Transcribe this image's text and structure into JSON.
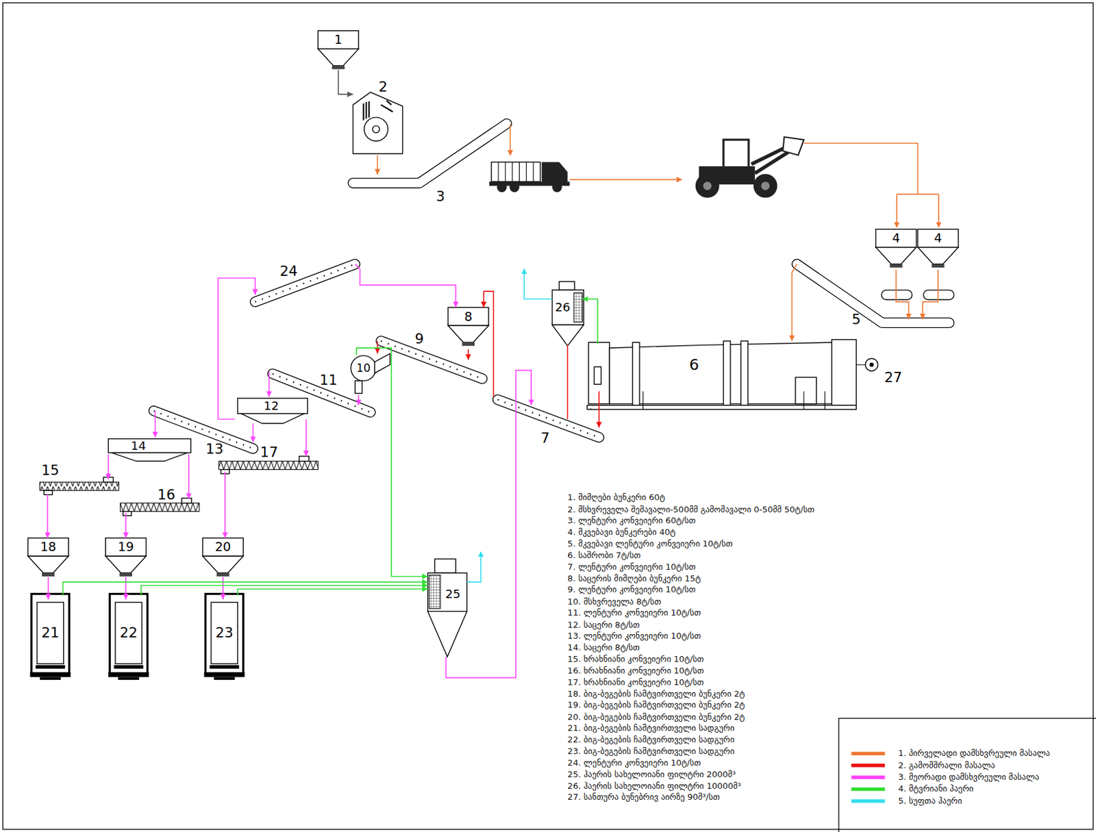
{
  "diagram": {
    "nodes": [
      {
        "text": [
          "1"
        ]
      },
      {
        "text": [
          "2"
        ]
      },
      {
        "text": [
          "3"
        ]
      },
      {
        "text": [
          "4"
        ]
      },
      {
        "text": [
          "4"
        ]
      },
      {
        "text": [
          "5"
        ]
      },
      {
        "text": [
          "6"
        ]
      },
      {
        "text": [
          "27"
        ]
      },
      {
        "text": [
          "26"
        ]
      },
      {
        "text": [
          "7"
        ]
      },
      {
        "text": [
          "8"
        ]
      },
      {
        "text": [
          "9"
        ]
      },
      {
        "text": [
          "10"
        ]
      },
      {
        "text": [
          "11"
        ]
      },
      {
        "text": [
          "12"
        ]
      },
      {
        "text": [
          "13"
        ]
      },
      {
        "text": [
          "14"
        ]
      },
      {
        "text": [
          "15"
        ]
      },
      {
        "text": [
          "16"
        ]
      },
      {
        "text": [
          "17"
        ]
      },
      {
        "text": [
          "18"
        ]
      },
      {
        "text": [
          "19"
        ]
      },
      {
        "text": [
          "20"
        ]
      },
      {
        "text": [
          "21"
        ]
      },
      {
        "text": [
          "22"
        ]
      },
      {
        "text": [
          "23"
        ]
      },
      {
        "text": [
          "24"
        ]
      },
      {
        "text": [
          "25"
        ]
      }
    ],
    "edges": [
      {
        "from": 0,
        "to": 1,
        "arrow": "to"
      },
      {
        "from": 1,
        "to": 2,
        "arrow": "to"
      },
      {
        "from": 3,
        "to": 5,
        "arrow": "to"
      },
      {
        "from": 4,
        "to": 5,
        "arrow": "to"
      },
      {
        "from": 5,
        "to": 6,
        "arrow": "to"
      },
      {
        "from": 6,
        "to": 9,
        "arrow": "to"
      },
      {
        "from": 8,
        "to": 9,
        "arrow": "none"
      },
      {
        "from": 9,
        "to": 10,
        "arrow": "to"
      },
      {
        "from": 10,
        "to": 11,
        "arrow": "to"
      },
      {
        "from": 11,
        "to": 12,
        "arrow": "to"
      },
      {
        "from": 12,
        "to": 13,
        "arrow": "to"
      },
      {
        "from": 13,
        "to": 14,
        "arrow": "to"
      },
      {
        "from": 14,
        "to": 15,
        "arrow": "to"
      },
      {
        "from": 14,
        "to": 19,
        "arrow": "to"
      },
      {
        "from": 14,
        "to": 26,
        "arrow": "to"
      },
      {
        "from": 26,
        "to": 10,
        "arrow": "to"
      },
      {
        "from": 15,
        "to": 16,
        "arrow": "to"
      },
      {
        "from": 16,
        "to": 17,
        "arrow": "to"
      },
      {
        "from": 16,
        "to": 18,
        "arrow": "to"
      },
      {
        "from": 17,
        "to": 20,
        "arrow": "to"
      },
      {
        "from": 18,
        "to": 21,
        "arrow": "to"
      },
      {
        "from": 19,
        "to": 22,
        "arrow": "to"
      },
      {
        "from": 20,
        "to": 23,
        "arrow": "to"
      },
      {
        "from": 21,
        "to": 24,
        "arrow": "to"
      },
      {
        "from": 22,
        "to": 25,
        "arrow": "to"
      },
      {
        "from": 6,
        "to": 8,
        "arrow": "to"
      },
      {
        "from": 12,
        "to": 27,
        "arrow": "to"
      },
      {
        "from": 23,
        "to": 27,
        "arrow": "to"
      },
      {
        "from": 24,
        "to": 27,
        "arrow": "to"
      },
      {
        "from": 25,
        "to": 27,
        "arrow": "to"
      },
      {
        "from": 27,
        "to": 9,
        "arrow": "to"
      }
    ],
    "labels": [
      "1. მიმღები ბუნკერი 60ტ",
      "2. მსხვრეველა შემავალი-500მმ გამომავალი 0-50მმ 50ტ/სთ",
      "3. ლენტური კონვეიერი 60ტ/სთ",
      "4. მკვებავი ბუნკერები 40ტ",
      "5. მკვებავი ლენტური კონვეიერი 10ტ/სთ",
      "6. საშრობი 7ტ/სთ",
      "7. ლენტური კონვეიერი 10ტ/სთ",
      "8. საცერის მიმღები ბუნკერი 15ტ",
      "9. ლენტური კონვეიერი 10ტ/სთ",
      "10. მსხვრეველა 8ტ/სთ",
      "11. ლენტური კონვეიერი 10ტ/სთ",
      "12. საცერი 8ტ/სთ",
      "13. ლენტური კონვეიერი 10ტ/სთ",
      "14. საცერი 8ტ/სთ",
      "15. ხრახნიანი კონვეიერი 10ტ/სთ",
      "16. ხრახნიანი კონვეიერი 10ტ/სთ",
      "17. ხრახნიანი კონვეიერი 10ტ/სთ",
      "18. ბიგ-ბეგების ჩამტვირთველი ბუნკერი 2ტ",
      "19. ბიგ-ბეგების ჩამტვირთველი ბუნკერი 2ტ",
      "20. ბიგ-ბეგების ჩამტვირთველი ბუნკერი 2ტ",
      "21. ბიგ-ბეგების ჩამტვირთველი სადგური",
      "22. ბიგ-ბეგების ჩამტვირთველი სადგური",
      "23. ბიგ-ბეგების ჩამტვირთველი სადგური",
      "24. ლენტური კონვეიერი 10ტ/სთ",
      "25. ჰაერის სახელოიანი ფილტრი 2000მ³",
      "26. ჰაერის სახელოიანი ფილტრი 10000მ³",
      "27. სანთურა ბუნებრივ აირზე 90მ³/სთ"
    ],
    "legend": [
      {
        "text": "1. პირველადი დამსხვრეული მასალა",
        "color": "#ee7733"
      },
      {
        "text": "2. გამომშრალი მასალა",
        "color": "#ee1111"
      },
      {
        "text": "3. მეორადი დამსხვრეული მასალა",
        "color": "#ff44ff"
      },
      {
        "text": "4. მტვრიანი ჰაერი",
        "color": "#33dd33"
      },
      {
        "text": "5. სუფთა ჰაერი",
        "color": "#33ddee"
      }
    ]
  }
}
